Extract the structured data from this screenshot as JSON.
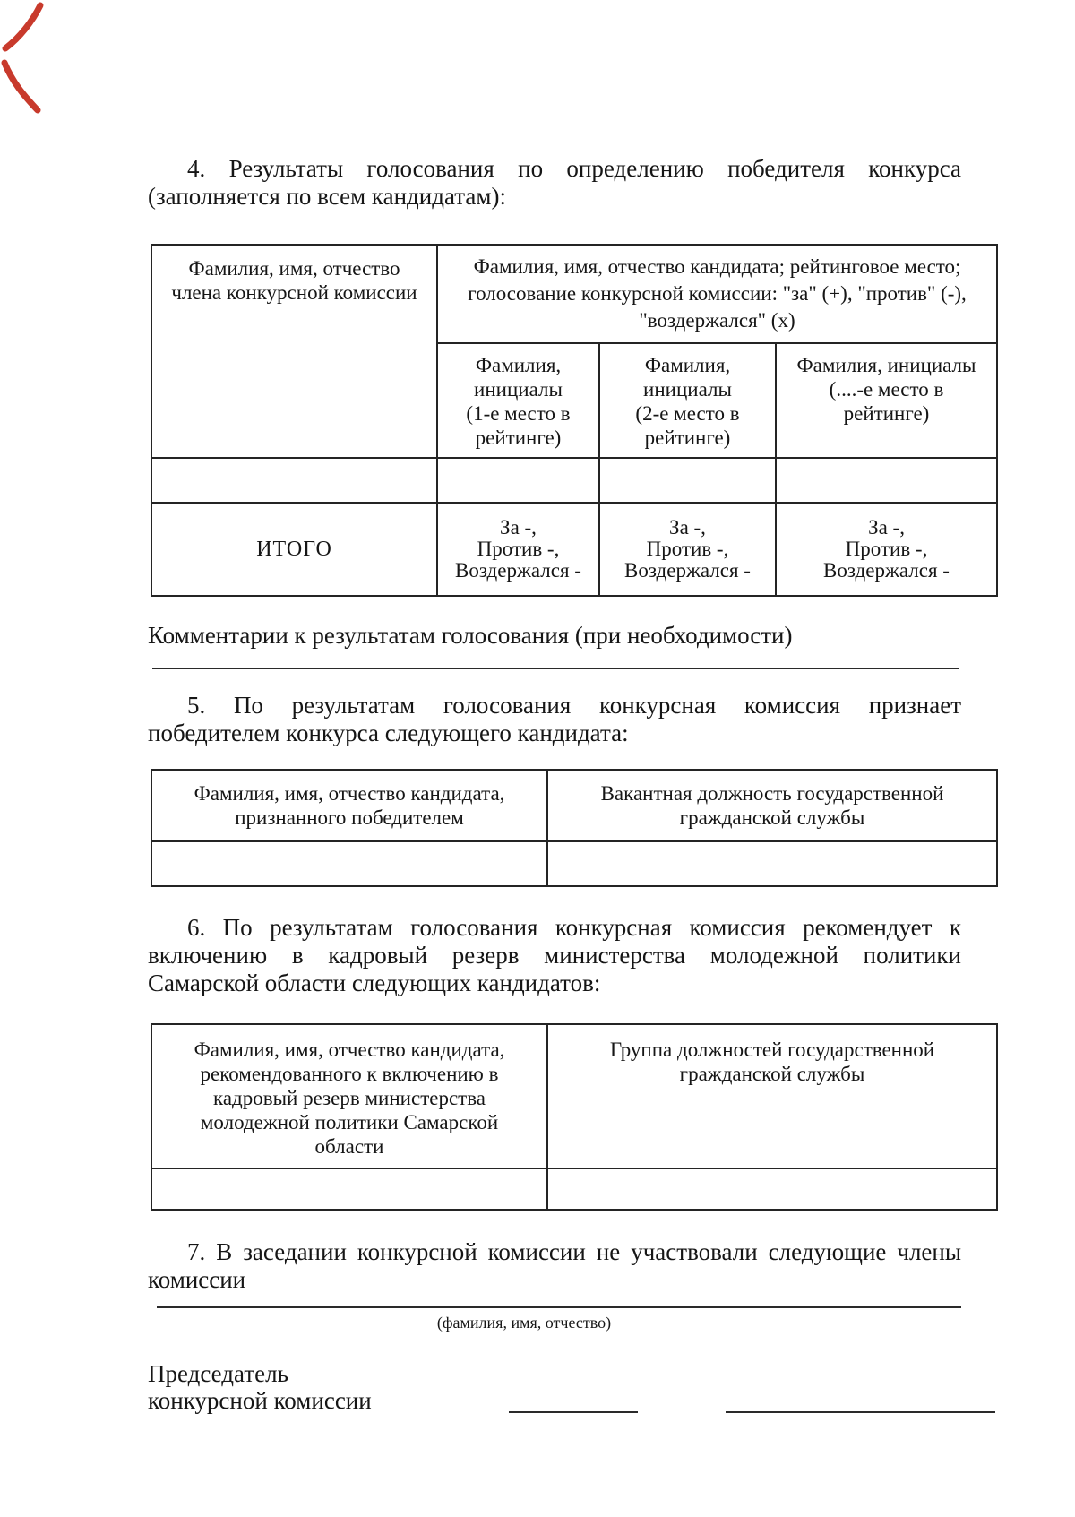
{
  "ink_color": "#161616",
  "pen_mark_color": "#c83a2c",
  "paragraphs": {
    "p4": {
      "line1": "4.  Результаты  голосования  по  определению  победителя конкурса",
      "line2": "(заполняется по всем кандидатам):"
    },
    "p5": {
      "line1": "5.  По  результатам  голосования  конкурсная  комиссия  признает",
      "line2": "победителем конкурса следующего кандидата:"
    },
    "p6": {
      "line1": "6.  По результатам голосования конкурсная комиссия рекомендует к",
      "line2": "включению в кадровый резерв министерства молодежной политики",
      "line3": "Самарской области следующих кандидатов:"
    },
    "p7": {
      "line1": "7.  В заседании конкурсной комиссии не участвовали следующие члены",
      "line2": "комиссии"
    }
  },
  "comments_label": "Комментарии к результатам голосования (при необходимости)",
  "voting_table": {
    "member_header": "Фамилия, имя, отчество\nчлена конкурсной комиссии",
    "candidate_header": "Фамилия, имя, отчество кандидата; рейтинговое место;\nголосование конкурсной комиссии: \"за\" (+), \"против\" (-),\n\"воздержался\" (x)",
    "sub_header_1": "Фамилия,\nинициалы\n(1-е место в\nрейтинге)",
    "sub_header_2": "Фамилия,\nинициалы\n(2-е место в\nрейтинге)",
    "sub_header_3": "Фамилия, инициалы\n(....-е место в\nрейтинге)",
    "total_label": "ИТОГО",
    "total_value": "За -,\nПротив -,\nВоздержался -"
  },
  "winner_table": {
    "col1_header": "Фамилия, имя, отчество кандидата,\nпризнанного победителем",
    "col2_header": "Вакантная должность государственной\nгражданской службы"
  },
  "reserve_table": {
    "col1_header": "Фамилия, имя, отчество кандидата,\nрекомендованного к включению в\nкадровый резерв министерства\nмолодежной политики Самарской\nобласти",
    "col2_header": "Группа должностей государственной\nгражданской службы"
  },
  "fio_caption": "(фамилия, имя, отчество)",
  "signature": {
    "role": "Председатель\nконкурсной комиссии"
  }
}
